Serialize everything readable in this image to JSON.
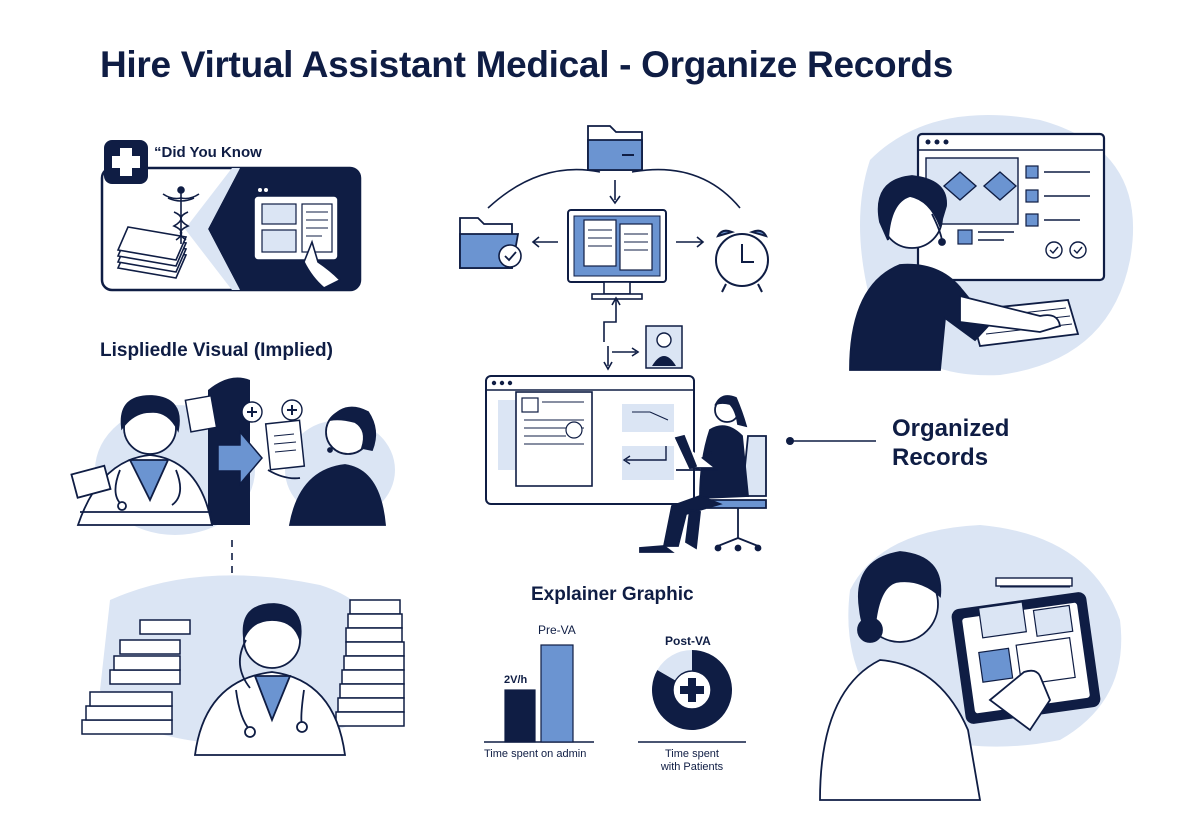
{
  "title": "Hire Virtual Assistant Medical - Organize Records",
  "did_you_know": {
    "label": "“Did You Know"
  },
  "misplaced_visual": {
    "label": "Lispliedle Visual (Implied)"
  },
  "organized_records": {
    "line1": "Organized",
    "line2": "Records"
  },
  "explainer": {
    "title": "Explainer Graphic",
    "pre_label": "Pre-VA",
    "post_label": "Post-VA",
    "bar_value_label": "2V/h",
    "admin_caption": "Time spent on admin",
    "patients_caption_line1": "Time spent",
    "patients_caption_line2": "with Patients"
  },
  "colors": {
    "navy": "#0f1d44",
    "blue": "#6b94d1",
    "light_blue": "#dbe5f4",
    "white": "#ffffff"
  },
  "icons": [
    "medical-cross-icon",
    "caduceus-icon",
    "folder-icon",
    "folder-check-icon",
    "alarm-clock-icon",
    "monitor-icon",
    "headset-icon",
    "keyboard-icon",
    "tablet-icon"
  ]
}
